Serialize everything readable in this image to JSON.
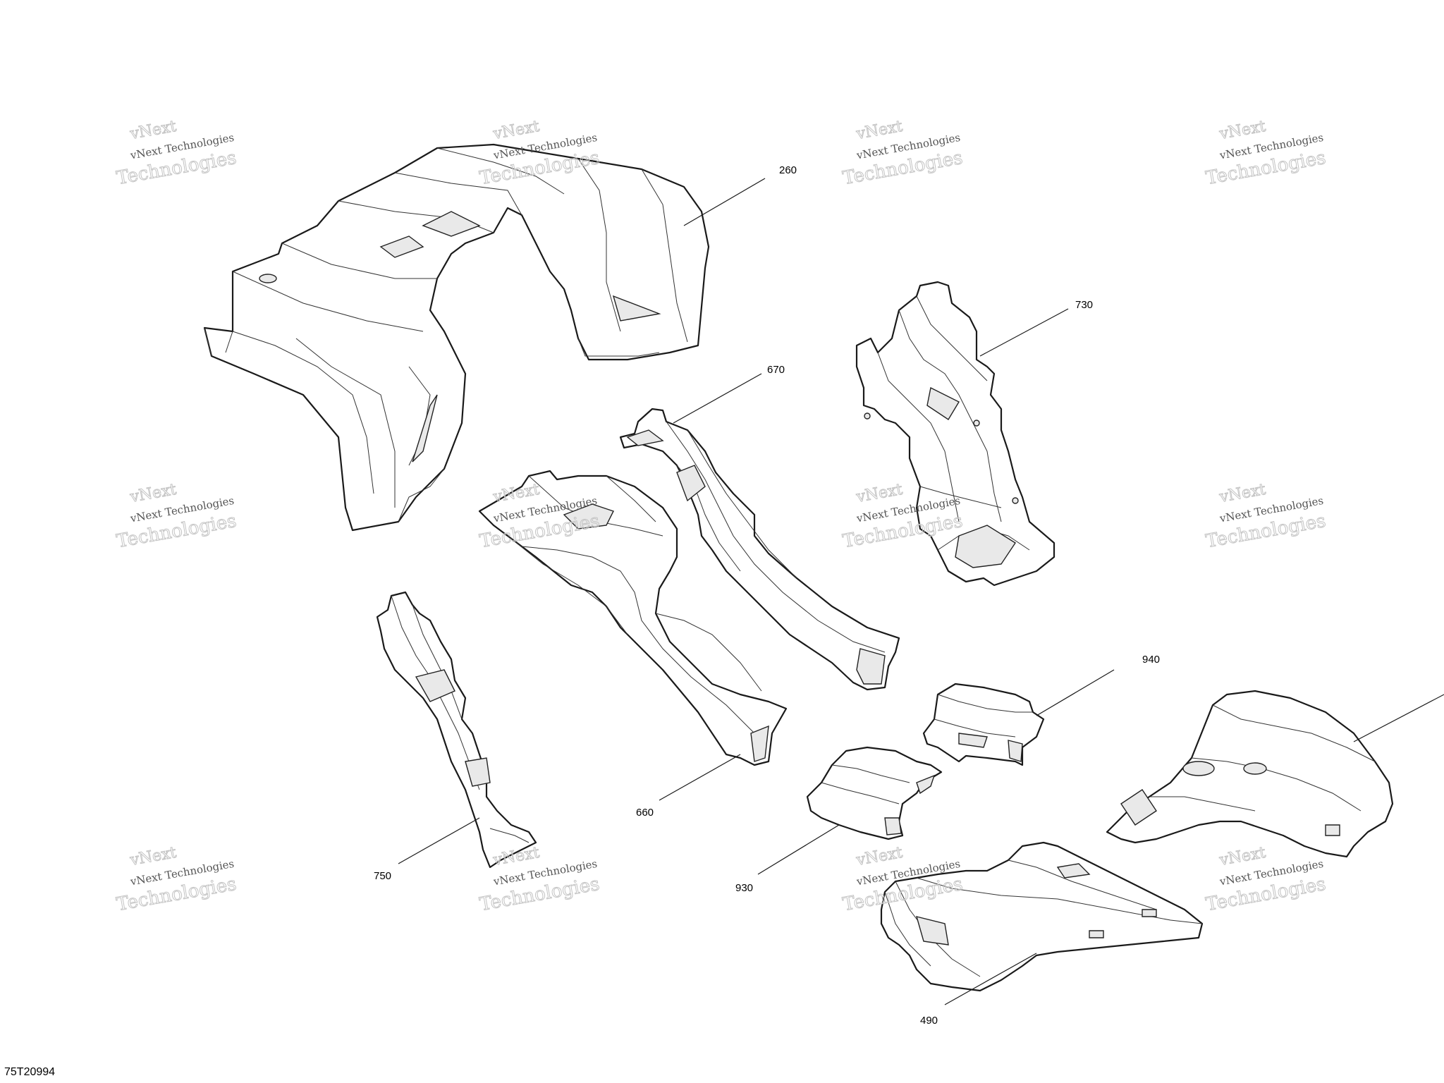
{
  "callouts": [
    "260",
    "730",
    "670",
    "660",
    "750",
    "940",
    "930",
    "490"
  ],
  "watermark": {
    "line_small": "vNext Technologies",
    "line_large": "Technologies",
    "line_top": "vNext"
  },
  "document_id": "75T20994",
  "colors": {
    "line": "#1a1a1a",
    "background": "#ffffff",
    "watermark": "#c4c4c4"
  }
}
